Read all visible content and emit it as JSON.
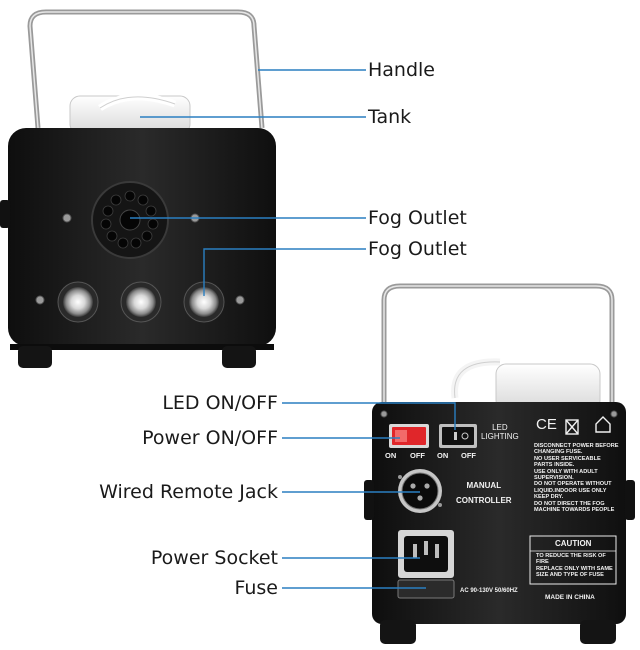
{
  "callouts": {
    "handle": "Handle",
    "tank": "Tank",
    "fog_outlet_1": "Fog Outlet",
    "fog_outlet_2": "Fog Outlet",
    "led_switch": "LED ON/OFF",
    "power_switch": "Power ON/OFF",
    "remote_jack": "Wired Remote Jack",
    "power_socket": "Power Socket",
    "fuse": "Fuse"
  },
  "rear_panel": {
    "led_label": "LED\nLIGHTING",
    "power_on": "ON",
    "power_off": "OFF",
    "led_on": "ON",
    "led_off": "OFF",
    "manual_controller": "MANUAL\nCONTROLLER",
    "ce_mark": "CE",
    "warning_lines": [
      "DISCONNECT POWER BEFORE",
      "CHANGING FUSE.",
      "NO USER SERVICEABLE",
      "PARTS INSIDE.",
      "USE ONLY WITH ADULT",
      "SUPERVISION.",
      "DO NOT OPERATE WITHOUT",
      "LIQUID.INDOOR USE ONLY",
      "KEEP DRY.",
      "DO NOT DIRECT THE FOG",
      "MACHINE TOWARDS PEOPLE"
    ],
    "caution_title": "CAUTION",
    "caution_lines": [
      "TO REDUCE THE RISK OF",
      "FIRE",
      "REPLACE ONLY WITH SAME",
      "SIZE AND TYPE OF FUSE"
    ],
    "voltage": "AC 90-130V 50/60HZ",
    "made_in": "MADE IN CHINA"
  },
  "colors": {
    "callout_line": "#2a7fc1",
    "body_dark": "#1e1e1e",
    "switch_red": "#e0262a"
  }
}
